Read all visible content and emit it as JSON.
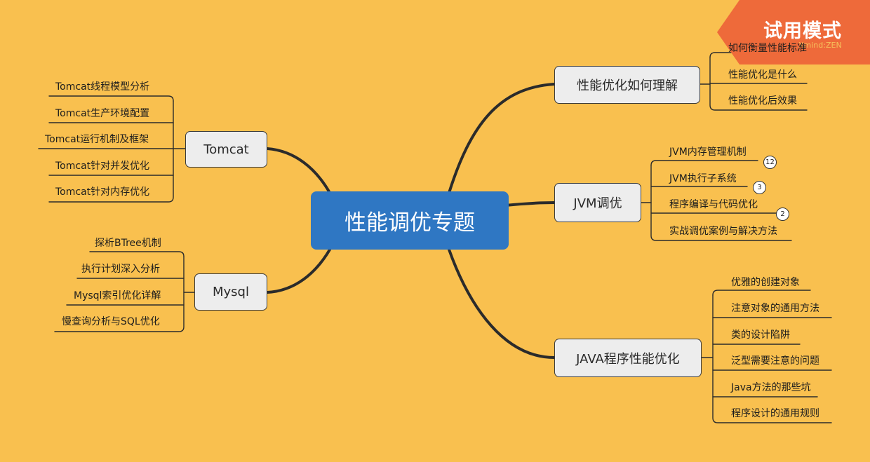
{
  "root": {
    "label": "性能调优专题"
  },
  "branches": [
    {
      "label": "性能优化如何理解",
      "children": [
        "如何衡量性能标准",
        "性能优化是什么",
        "性能优化后效果"
      ]
    },
    {
      "label": "JVM调优",
      "children": [
        "JVM内存管理机制",
        "JVM执行子系统",
        "程序编译与代码优化",
        "实战调优案例与解决方法"
      ],
      "badges": [
        "12",
        "3",
        "2"
      ]
    },
    {
      "label": "JAVA程序性能优化",
      "children": [
        "优雅的创建对象",
        "注意对象的通用方法",
        "类的设计陷阱",
        "泛型需要注意的问题",
        "Java方法的那些坑",
        "程序设计的通用规则"
      ]
    },
    {
      "label": "Tomcat",
      "children": [
        "Tomcat线程模型分析",
        "Tomcat生产环境配置",
        "Tomcat运行机制及框架",
        "Tomcat针对并发优化",
        "Tomcat针对内存优化"
      ]
    },
    {
      "label": "Mysql",
      "children": [
        "探析BTree机制",
        "执行计划深入分析",
        "Mysql索引优化详解",
        "慢查询分析与SQL优化"
      ]
    }
  ],
  "watermark": {
    "title": "试用模式",
    "subtitle": "Xmind:ZEN"
  },
  "colors": {
    "background": "#F9C04F",
    "root": "#2F77C3",
    "node": "#EDEDED",
    "line": "#2b2b2b",
    "banner": "#EE6A3A"
  }
}
